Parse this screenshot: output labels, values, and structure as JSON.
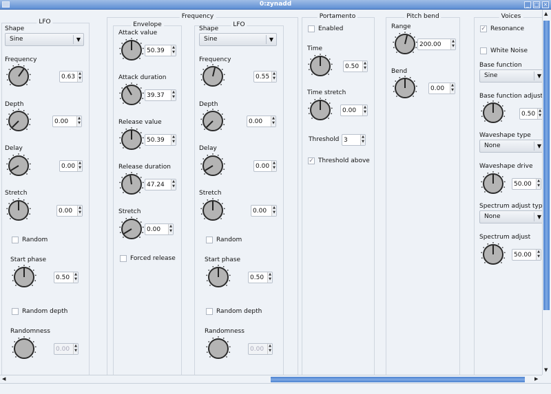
{
  "window": {
    "title": "0:zynadd"
  },
  "groups": {
    "lfo1": "LFO",
    "frequency": "Frequency",
    "envelope": "Envelope",
    "lfo2": "LFO",
    "portamento": "Portamento",
    "pitch_bend": "Pitch bend",
    "voices": "Voices"
  },
  "lfo1": {
    "shape_label": "Shape",
    "shape": "Sine",
    "frequency_label": "Frequency",
    "frequency": "0.63",
    "frequency_level": 0.63,
    "depth_label": "Depth",
    "depth": "0.00",
    "depth_level": 0,
    "delay_label": "Delay",
    "delay": "0.00",
    "delay_level": 0.05,
    "stretch_label": "Stretch",
    "stretch": "0.00",
    "stretch_level": 0.5,
    "random_label": "Random",
    "random_checked": false,
    "start_phase_label": "Start phase",
    "start_phase": "0.50",
    "start_phase_level": 0.5,
    "random_depth_label": "Random depth",
    "random_depth_checked": false,
    "randomness_label": "Randomness",
    "randomness": "0.00"
  },
  "envelope": {
    "attack_value_label": "Attack value",
    "attack_value": "50.39",
    "attack_value_level": 0.5,
    "attack_duration_label": "Attack duration",
    "attack_duration": "39.37",
    "attack_duration_level": 0.39,
    "release_value_label": "Release value",
    "release_value": "50.39",
    "release_value_level": 0.5,
    "release_duration_label": "Release duration",
    "release_duration": "47.24",
    "release_duration_level": 0.47,
    "stretch_label": "Stretch",
    "stretch": "0.00",
    "stretch_level": 0.05,
    "forced_release_label": "Forced release",
    "forced_release_checked": false
  },
  "lfo2": {
    "shape_label": "Shape",
    "shape": "Sine",
    "frequency_label": "Frequency",
    "frequency": "0.55",
    "frequency_level": 0.55,
    "depth_label": "Depth",
    "depth": "0.00",
    "depth_level": 0,
    "delay_label": "Delay",
    "delay": "0.00",
    "delay_level": 0.05,
    "stretch_label": "Stretch",
    "stretch": "0.00",
    "stretch_level": 0.5,
    "random_label": "Random",
    "random_checked": false,
    "start_phase_label": "Start phase",
    "start_phase": "0.50",
    "start_phase_level": 0.5,
    "random_depth_label": "Random depth",
    "random_depth_checked": false,
    "randomness_label": "Randomness",
    "randomness": "0.00"
  },
  "portamento": {
    "enabled_label": "Enabled",
    "enabled_checked": false,
    "time_label": "Time",
    "time": "0.50",
    "time_level": 0.5,
    "time_stretch_label": "Time stretch",
    "time_stretch": "0.00",
    "time_stretch_level": 0.5,
    "threshold_label": "Threshold",
    "threshold": "3",
    "threshold_above_label": "Threshold above",
    "threshold_above_checked": true
  },
  "pitch_bend": {
    "range_label": "Range",
    "range": "200.00",
    "range_level": 0.55,
    "bend_label": "Bend",
    "bend": "0.00",
    "bend_level": 0.5
  },
  "voices": {
    "resonance_label": "Resonance",
    "resonance_checked": true,
    "white_noise_label": "White Noise",
    "white_noise_checked": false,
    "base_function_label": "Base function",
    "base_function": "Sine",
    "base_function_adjust_label": "Base function adjust",
    "base_function_adjust": "0.50",
    "base_function_adjust_level": 0.5,
    "waveshape_type_label": "Waveshape type",
    "waveshape_type": "None",
    "waveshape_drive_label": "Waveshape drive",
    "waveshape_drive": "50.00",
    "waveshape_drive_level": 0.5,
    "spectrum_adjust_type_label": "Spectrum adjust type",
    "spectrum_adjust_type": "None",
    "spectrum_adjust_label": "Spectrum adjust",
    "spectrum_adjust": "50.00",
    "spectrum_adjust_level": 0.5
  }
}
